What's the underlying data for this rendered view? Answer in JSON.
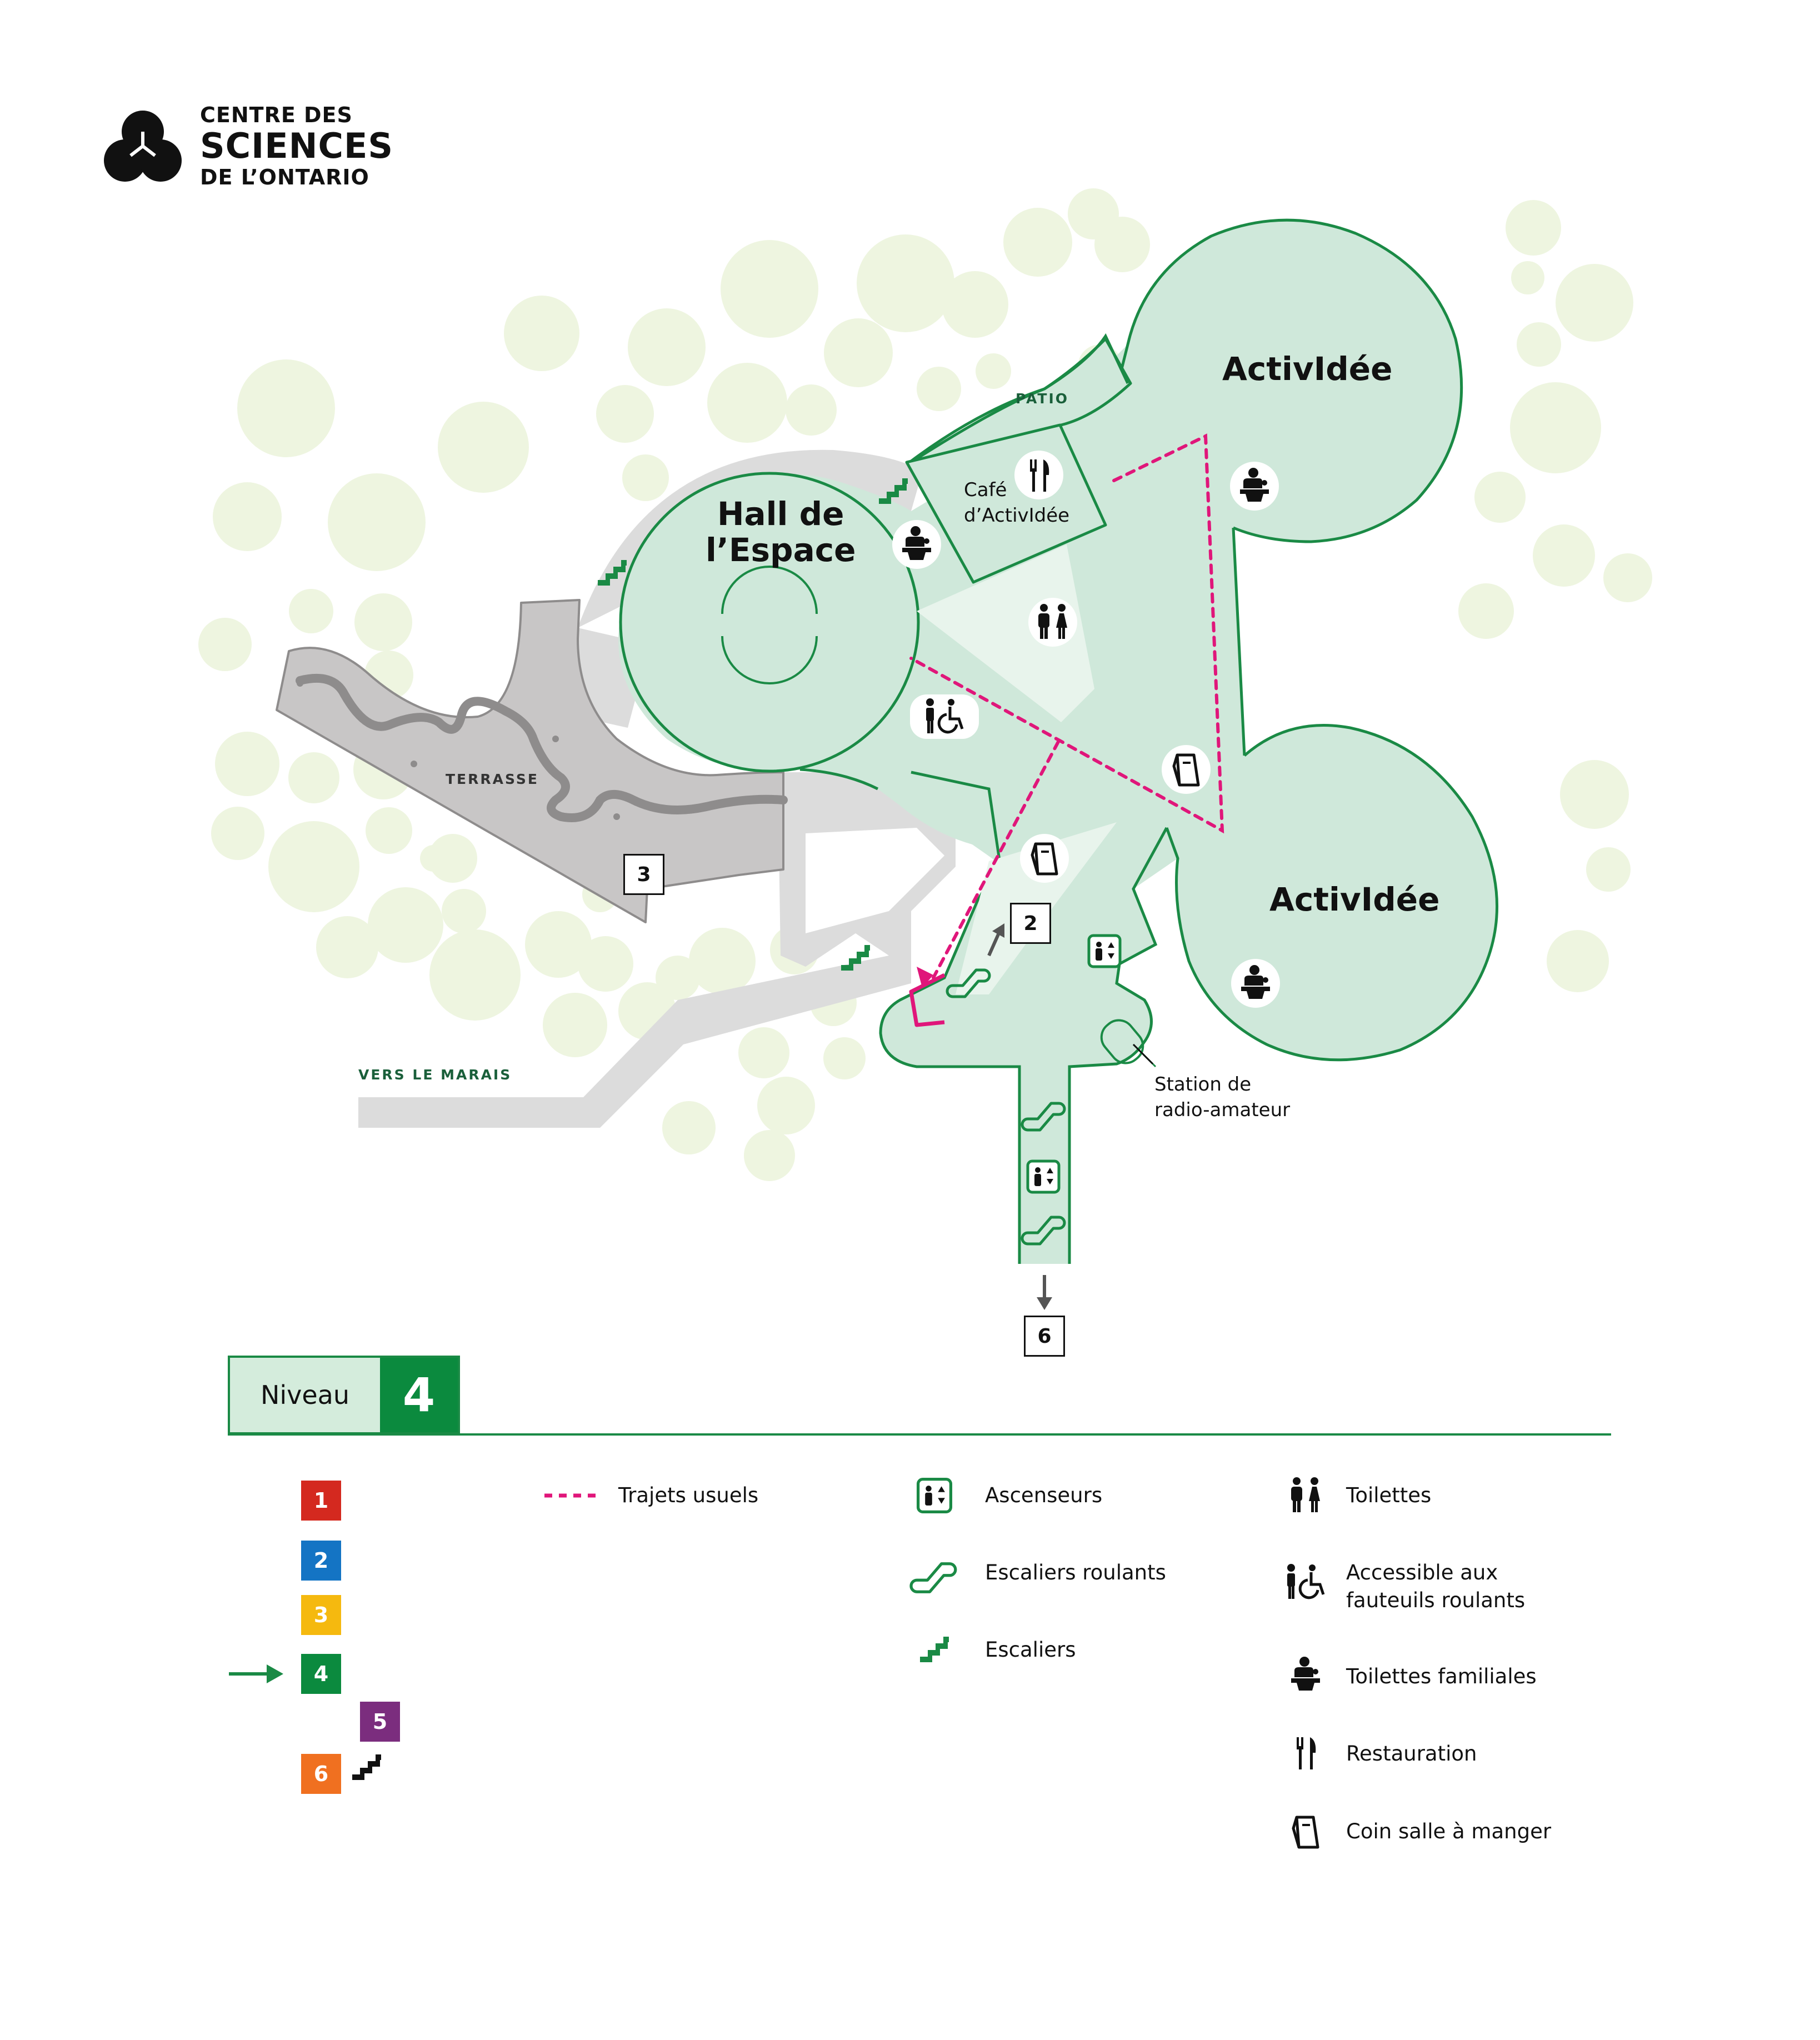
{
  "logo": {
    "line1": "CENTRE DES",
    "line2": "SCIENCES",
    "line3": "DE L’ONTARIO"
  },
  "map": {
    "labels": {
      "activ_top": "ActivIdée",
      "activ_bottom": "ActivIdée",
      "hall_line1": "Hall de",
      "hall_line2": "l’Espace",
      "patio": "PATIO",
      "cafe_line1": "Café",
      "cafe_line2": "d’ActivIdée",
      "terrasse": "TERRASSE",
      "marais": "VERS LE MARAIS",
      "radio_line1": "Station de",
      "radio_line2": "radio-amateur"
    },
    "level_markers": [
      "3",
      "2",
      "6"
    ]
  },
  "level": {
    "label": "Niveau",
    "number": "4"
  },
  "levels": [
    {
      "number": "1",
      "color": "#d4291f"
    },
    {
      "number": "2",
      "color": "#1474c4"
    },
    {
      "number": "3",
      "color": "#f5b90f"
    },
    {
      "number": "4",
      "color": "#0b8a3e",
      "current": true
    },
    {
      "number": "5",
      "color": "#7b2d7e"
    },
    {
      "number": "6",
      "color": "#f07020"
    }
  ],
  "legend": {
    "routes": "Trajets usuels",
    "elevators": "Ascenseurs",
    "escalators": "Escaliers roulants",
    "stairs": "Escaliers",
    "toilets": "Toilettes",
    "accessible_1": "Accessible aux",
    "accessible_2": "fauteuils roulants",
    "family": "Toilettes familiales",
    "food": "Restauration",
    "eating": "Coin salle à manger"
  },
  "colors": {
    "building_fill": "#cfe8da",
    "building_stroke": "#1a8a45",
    "route": "#e0167a",
    "path_gray": "#dcdcdc",
    "terrace": "#c8c6c6",
    "trees": "#eef5e0"
  },
  "icons": [
    "toilets-icon",
    "accessible-icon",
    "family-toilets-icon",
    "restaurant-icon",
    "eating-area-icon",
    "elevator-icon",
    "escalator-icon",
    "stairs-icon",
    "arrow-icon"
  ]
}
